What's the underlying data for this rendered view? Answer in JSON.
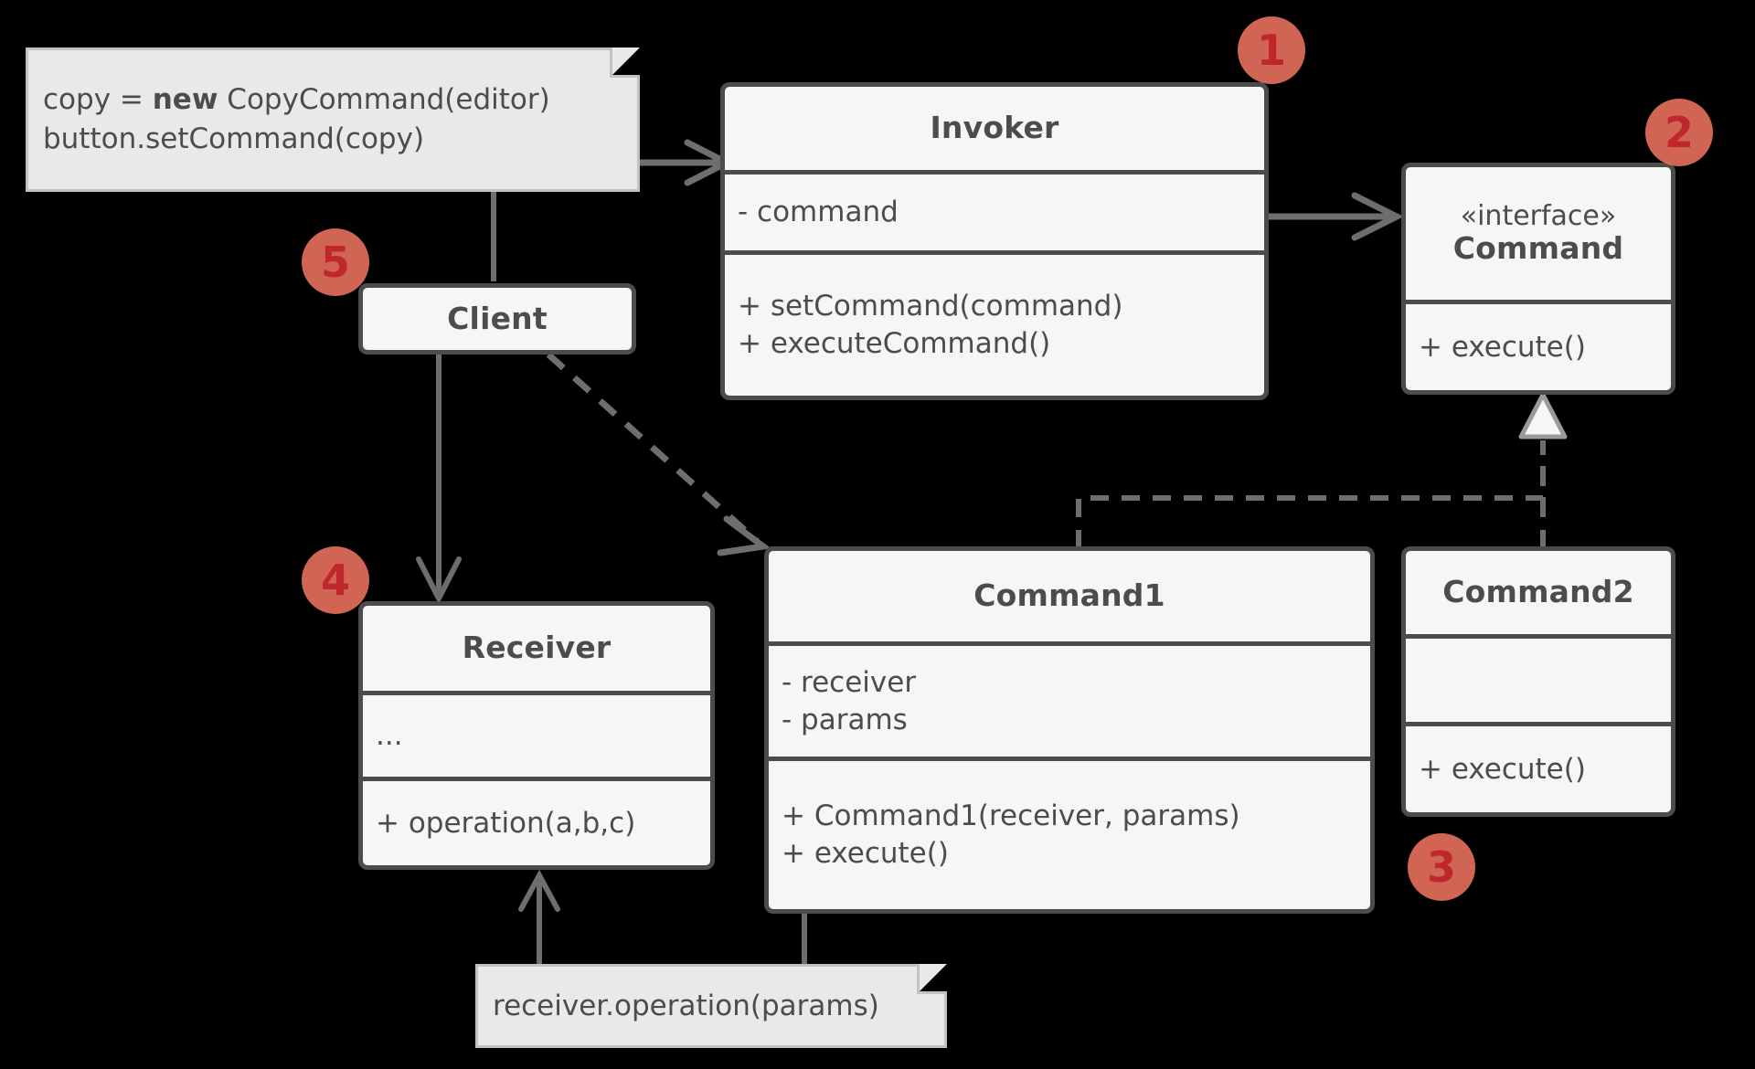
{
  "diagram": {
    "title": "Command design pattern UML class diagram",
    "colors": {
      "background": "#000000",
      "box_fill": "#f6f6f6",
      "box_border": "#4c4c4c",
      "note_fill": "#e9e9e9",
      "note_border": "#c2c2c2",
      "connector": "#6e6e6e",
      "badge_fill": "#f87864",
      "badge_text": "#c0272d",
      "text": "#4c4c4c"
    }
  },
  "notes": {
    "client_note": {
      "line1_prefix": "copy = ",
      "line1_bold": "new",
      "line1_suffix": " CopyCommand(editor)",
      "line2": "button.setCommand(copy)"
    },
    "receiver_note": {
      "line1": "receiver.operation(params)"
    }
  },
  "classes": {
    "invoker": {
      "name": "Invoker",
      "attributes": [
        "- command"
      ],
      "operations": [
        "+ setCommand(command)",
        "+ executeCommand()"
      ]
    },
    "command": {
      "stereotype": "«interface»",
      "name": "Command",
      "operations": [
        "+ execute()"
      ]
    },
    "client": {
      "name": "Client"
    },
    "receiver": {
      "name": "Receiver",
      "attributes": [
        "..."
      ],
      "operations": [
        "+ operation(a,b,c)"
      ]
    },
    "command1": {
      "name": "Command1",
      "attributes": [
        "- receiver",
        "- params"
      ],
      "operations": [
        "+ Command1(receiver, params)",
        "+ execute()"
      ]
    },
    "command2": {
      "name": "Command2",
      "attributes": [
        ""
      ],
      "operations": [
        "+ execute()"
      ]
    }
  },
  "badges": {
    "one": "1",
    "two": "2",
    "three": "3",
    "four": "4",
    "five": "5"
  },
  "relations": [
    {
      "from": "client_note",
      "to": "invoker",
      "kind": "note-anchor-arrow"
    },
    {
      "from": "invoker",
      "to": "command",
      "kind": "association"
    },
    {
      "from": "client",
      "to": "receiver",
      "kind": "association"
    },
    {
      "from": "client",
      "to": "command1",
      "kind": "dependency-dashed"
    },
    {
      "from": "command1",
      "to": "command",
      "kind": "realization-dashed"
    },
    {
      "from": "command2",
      "to": "command",
      "kind": "realization-dashed"
    },
    {
      "from": "receiver_note",
      "to": "receiver",
      "kind": "note-anchor-arrow"
    },
    {
      "from": "receiver_note",
      "to": "command1",
      "kind": "note-link"
    }
  ]
}
